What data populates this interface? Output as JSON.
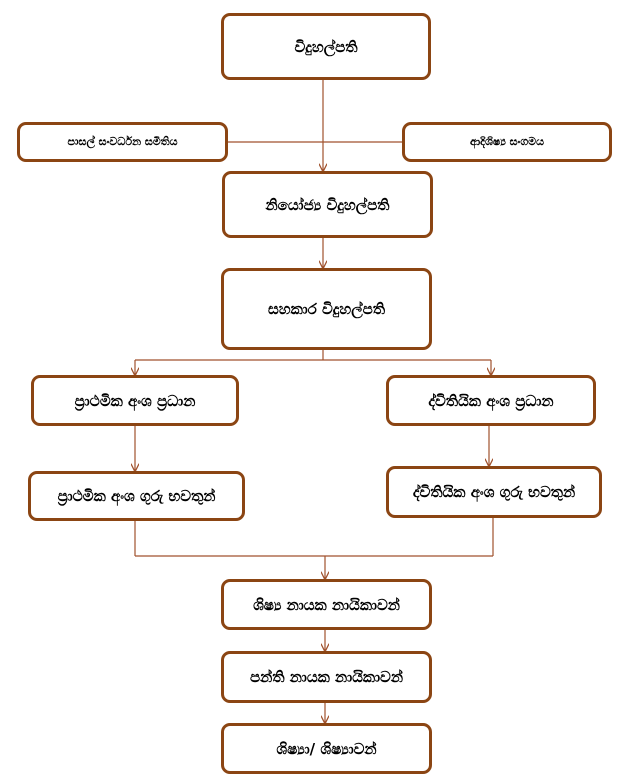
{
  "colors": {
    "border": "#8B4513",
    "connector": "#A0522D",
    "text": "#000000"
  },
  "nodes": {
    "principal": "විදුහල්පති",
    "school_dev_committee": "පාසල් සංවර්ධන සමිතිය",
    "alumni_association": "ආදිශිෂ්‍ය සංගමය",
    "deputy_principal": "නියෝජ්‍ය විදුහල්පති",
    "assistant_principal": "සහකාර විදුහල්පති",
    "primary_section_head": "ප්‍රාථමික අංශ ප්‍රධාන",
    "secondary_section_head": "ද්විතියික අංශ ප්‍රධාන",
    "primary_teachers": "ප්‍රාථමික අංශ ගුරු භවතුන්",
    "secondary_teachers": "ද්විතියික අංශ ගුරු භවතුන්",
    "student_leaders": "ශිෂ්‍ය නායක නායිකාවන්",
    "class_leaders": "පන්ති නායක නායිකාවන්",
    "students": "ශිෂ්‍යා/ ශිෂ්‍යාවන්"
  }
}
